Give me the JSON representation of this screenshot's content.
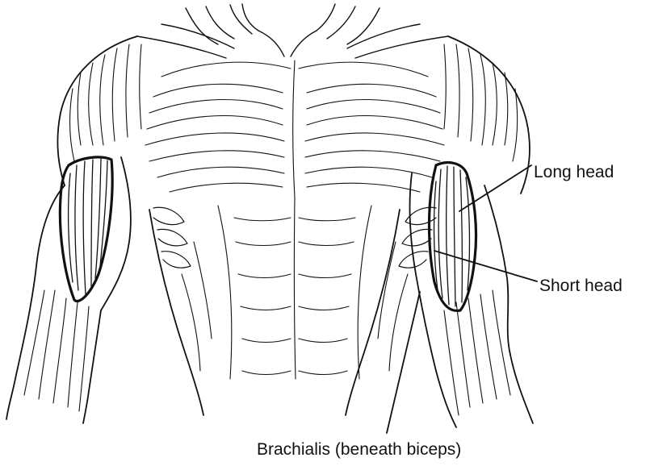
{
  "labels": {
    "long_head": "Long head",
    "short_head": "Short head",
    "brachialis": "Brachialis (beneath biceps)"
  },
  "colors": {
    "ink": "#111111",
    "background": "#ffffff"
  }
}
